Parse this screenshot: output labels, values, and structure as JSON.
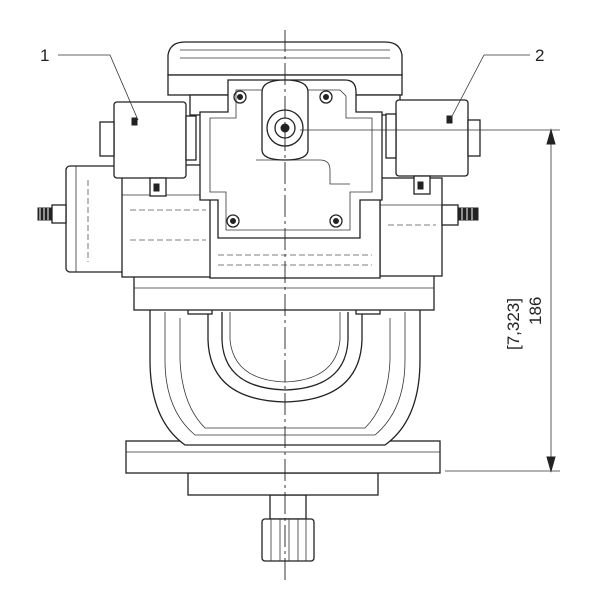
{
  "drawing": {
    "callouts": [
      {
        "id": "callout-1",
        "label": "1"
      },
      {
        "id": "callout-2",
        "label": "2"
      }
    ],
    "dimension": {
      "value_mm": "186",
      "value_in": "[7,323]"
    },
    "colors": {
      "line": "#222222",
      "background": "#ffffff"
    }
  }
}
